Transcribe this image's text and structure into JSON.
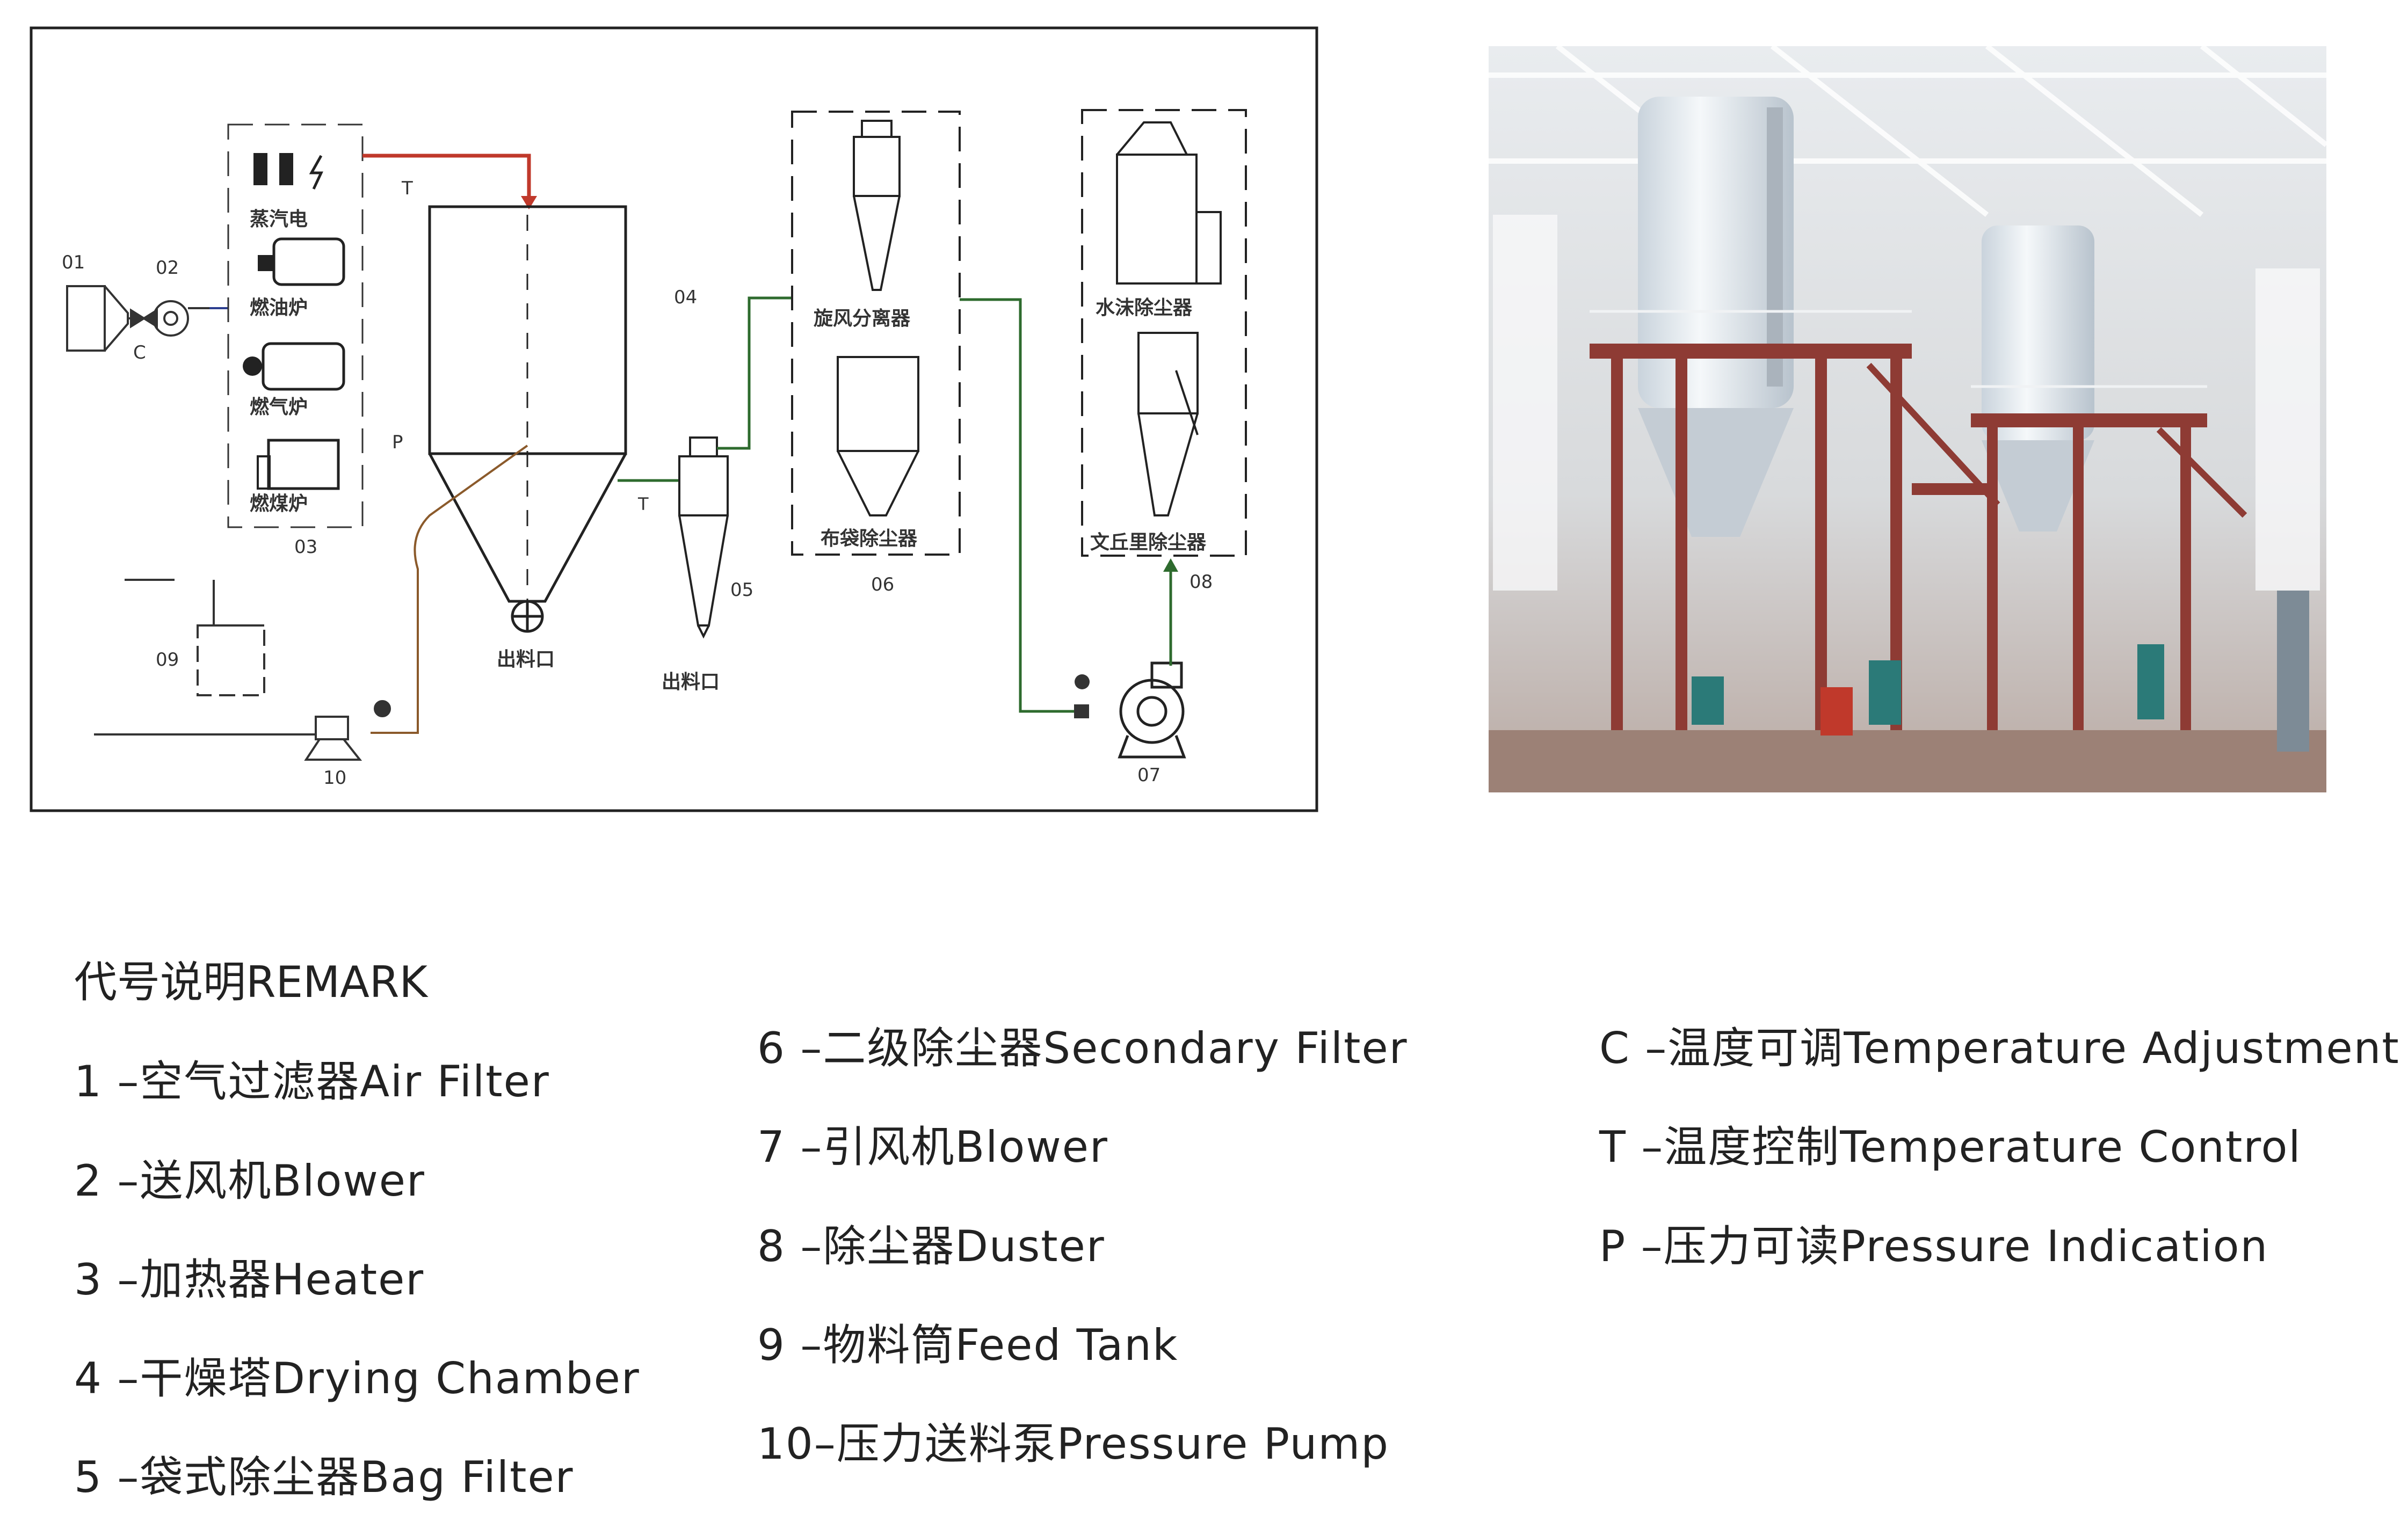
{
  "diagram": {
    "labels": {
      "n01": "01",
      "n02": "02",
      "n03": "03",
      "n04": "04",
      "n05": "05",
      "n06": "06",
      "n07": "07",
      "n08": "08",
      "n09": "09",
      "n10": "10",
      "C": "C",
      "T1": "T",
      "T2": "T",
      "P": "P"
    },
    "captions": {
      "steam": "蒸汽电",
      "heater_a": "燃油炉",
      "heater_b": "燃气炉",
      "heater_c": "燃煤炉",
      "cyclone_sep": "旋风分离器",
      "bag_dust": "布袋除尘器",
      "water_dust": "水沫除尘器",
      "wet_dust": "文丘里除尘器",
      "outlet_a": "出料口",
      "outlet_b": "出料口"
    }
  },
  "colors": {
    "hot_air_line": "#c0392b",
    "air_line": "#2e6b2e",
    "feed_line": "#8b5a2b",
    "frame": "#222222",
    "steel_red": "#8e3b34"
  },
  "remark": {
    "title": "代号说明REMARK",
    "items": [
      "1 –空气过滤器Air Filter",
      "2 –送风机Blower",
      "3 –加热器Heater",
      "4 –干燥塔Drying Chamber",
      "5 –袋式除尘器Bag Filter",
      "6 –二级除尘器Secondary Filter",
      "7 –引风机Blower",
      "8 –除尘器Duster",
      "9 –物料筒Feed Tank",
      "10–压力送料泵Pressure Pump",
      "C –温度可调Temperature Adjustment",
      "T –温度控制Temperature Control",
      "P –压力可读Pressure Indication"
    ]
  }
}
